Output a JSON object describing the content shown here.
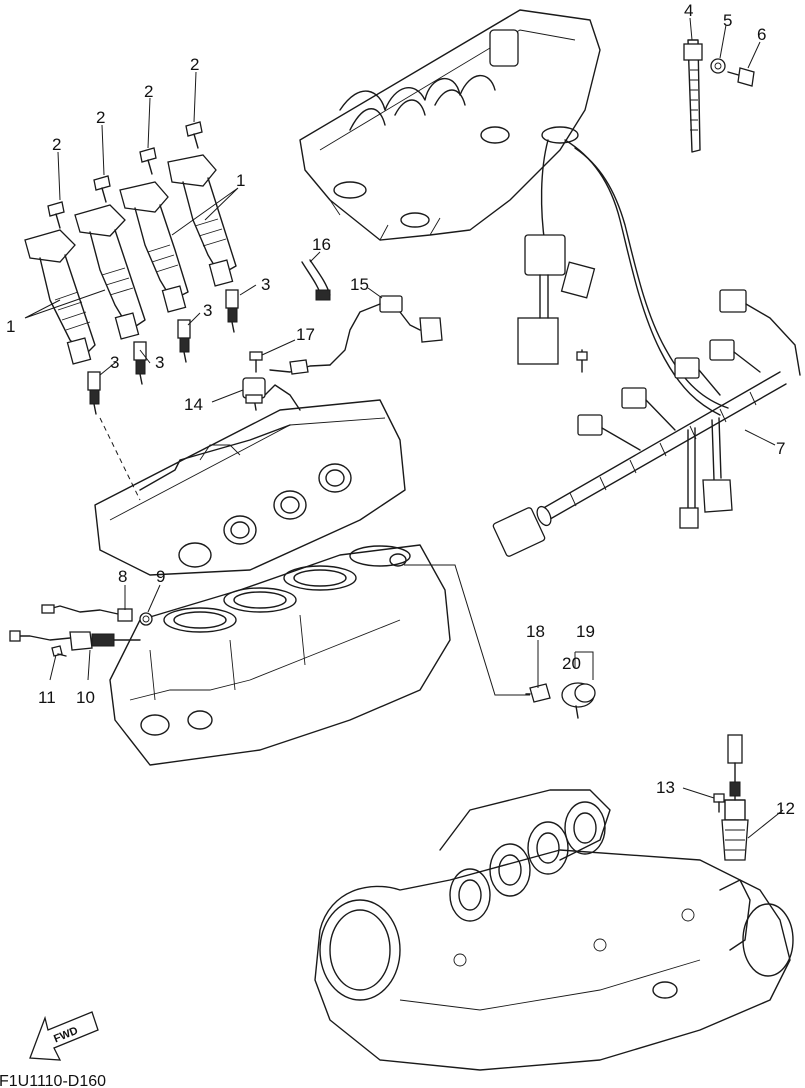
{
  "diagram_code": "F1U1110-D160",
  "fwd_label": "FWD",
  "callouts": {
    "c1a": "1",
    "c1b": "1",
    "c2a": "2",
    "c2b": "2",
    "c2c": "2",
    "c2d": "2",
    "c3a": "3",
    "c3b": "3",
    "c3c": "3",
    "c3d": "3",
    "c4": "4",
    "c5": "5",
    "c6": "6",
    "c7": "7",
    "c8": "8",
    "c9": "9",
    "c10": "10",
    "c11": "11",
    "c12": "12",
    "c13": "13",
    "c14": "14",
    "c15": "15",
    "c16": "16",
    "c17": "17",
    "c18": "18",
    "c19": "19",
    "c20": "20"
  },
  "colors": {
    "line": "#1a1a1a",
    "background": "#ffffff"
  }
}
